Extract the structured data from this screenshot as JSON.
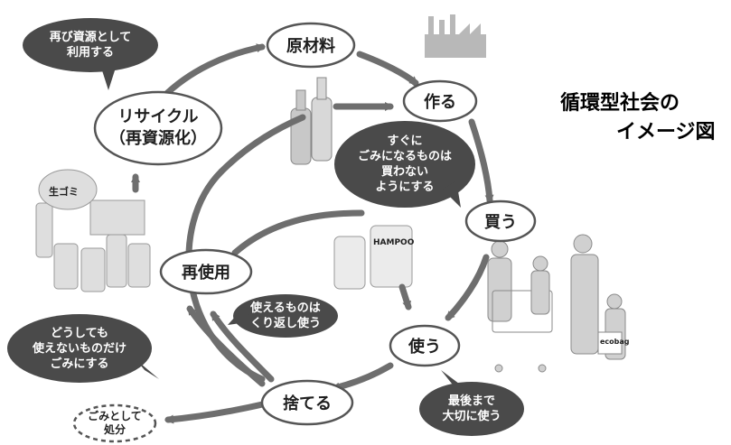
{
  "title": {
    "line1": "循環型社会の",
    "line2": "イメージ図"
  },
  "stages": {
    "raw_material": "原材料",
    "make": "作る",
    "buy": "買う",
    "use": "使う",
    "discard": "捨てる",
    "reuse": "再使用",
    "recycle": "リサイクル\n（再資源化）",
    "dispose": "ごみとして\n処分"
  },
  "bubbles": {
    "recycle_note": "再び資源として\n利用する",
    "buy_note": "すぐに\nごみになるものは\n買わない\nようにする",
    "reuse_note": "使えるものは\nくり返し使う",
    "discard_note": "どうしても\n使えないものだけ\nごみにする",
    "use_note": "最後まで\n大切に使う"
  },
  "labels": {
    "garbage": "生ゴミ",
    "bottle": "HAMPOO",
    "bag": "ecobag"
  },
  "colors": {
    "bubble": "#4a4a4a",
    "arrow": "#6e6e6e",
    "ellipse_stroke": "#555555",
    "illustration": "#d9d9d9"
  }
}
